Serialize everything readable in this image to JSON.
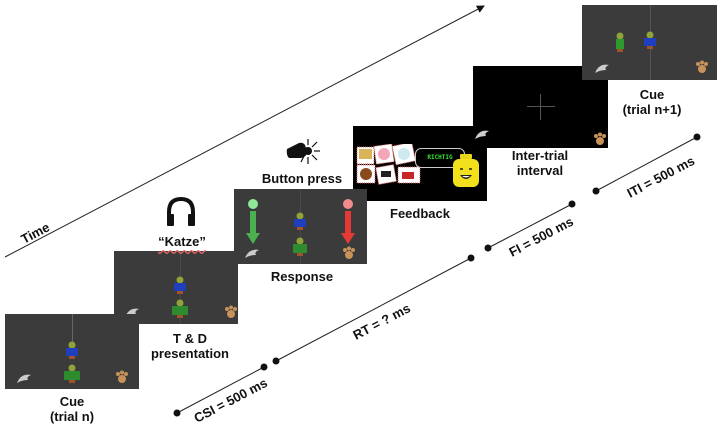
{
  "figure": {
    "axis_label": "Time",
    "stages": [
      {
        "id": "cue-n",
        "title": [
          "Cue",
          "(trial n)"
        ],
        "background": "gray"
      },
      {
        "id": "td-presentation",
        "title": [
          "T & D",
          "presentation"
        ],
        "background": "gray",
        "audio_word": "“Katze”"
      },
      {
        "id": "response",
        "title": [
          "Response"
        ],
        "background": "gray",
        "action_label": "Button press"
      },
      {
        "id": "feedback",
        "title": [
          "Feedback"
        ],
        "background": "black",
        "speech_text": "RICHTIG"
      },
      {
        "id": "iti",
        "title": [
          "Inter-trial",
          "interval"
        ],
        "background": "black"
      },
      {
        "id": "cue-n1",
        "title": [
          "Cue",
          "(trial n+1)"
        ],
        "background": "gray"
      }
    ],
    "intervals": [
      {
        "label": "CSI = 500 ms"
      },
      {
        "label": "RT = ? ms"
      },
      {
        "label": "FI = 500 ms"
      },
      {
        "label": "ITI = 500 ms"
      }
    ],
    "colors": {
      "screen_gray": "#3b3b3b",
      "screen_black": "#000000",
      "correct_green": "#4caf50",
      "wrong_red": "#e53935",
      "richtig_text": "#39e639",
      "lego_yellow": "#f2e01d",
      "paw_tan": "#c8935a"
    }
  }
}
